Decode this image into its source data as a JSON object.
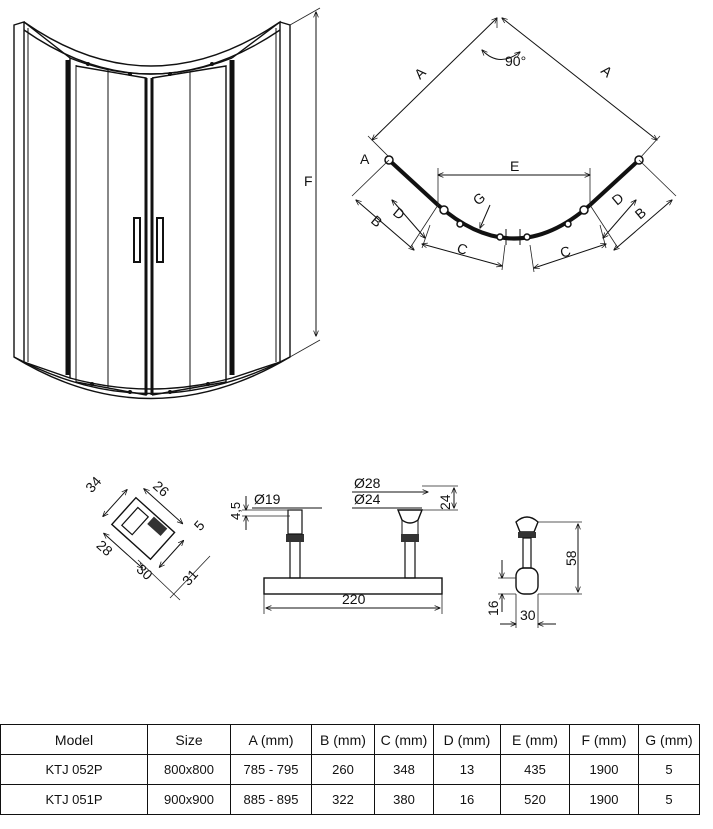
{
  "dims": {
    "A_left": "A",
    "A_right": "A",
    "A_mark": "A",
    "angle": "90°",
    "B_left": "B",
    "B_right": "B",
    "D_left": "D",
    "D_right": "D",
    "C_left": "C",
    "C_right": "C",
    "E": "E",
    "G": "G",
    "F": "F"
  },
  "profile": {
    "d34": "34",
    "d26": "26",
    "d28": "28",
    "d30": "30",
    "d5": "5",
    "d31": "31"
  },
  "handle": {
    "d45": "4,5",
    "d19": "Ø19",
    "d28": "Ø28",
    "d24": "Ø24",
    "d24h": "24",
    "d220": "220"
  },
  "knob": {
    "d58": "58",
    "d16": "16",
    "d30": "30"
  },
  "table": {
    "headers": [
      "Model",
      "Size",
      "A (mm)",
      "B (mm)",
      "C (mm)",
      "D (mm)",
      "E (mm)",
      "F (mm)",
      "G (mm)"
    ],
    "rows": [
      [
        "KTJ 052P",
        "800x800",
        "785 - 795",
        "260",
        "348",
        "13",
        "435",
        "1900",
        "5"
      ],
      [
        "KTJ 051P",
        "900x900",
        "885 - 895",
        "322",
        "380",
        "16",
        "520",
        "1900",
        "5"
      ]
    ]
  }
}
